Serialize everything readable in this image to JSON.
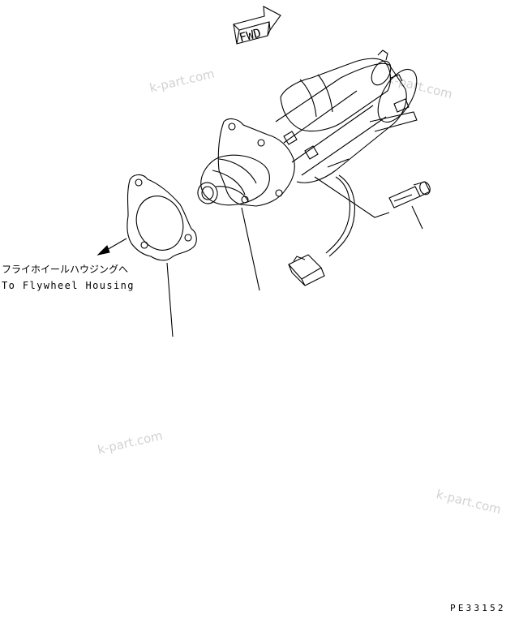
{
  "direction_arrow": {
    "label": "FWD"
  },
  "labels": {
    "destination_ja": "フライホイールハウジングへ",
    "destination_en": "To Flywheel Housing"
  },
  "drawing_code": "PE33152",
  "watermarks": [
    "k-part.com",
    "k-part.com",
    "k-part.com",
    "k-part.com"
  ],
  "icons": {
    "direction": "fwd-arrow-icon",
    "pointer": "pointer-arrow-icon"
  }
}
